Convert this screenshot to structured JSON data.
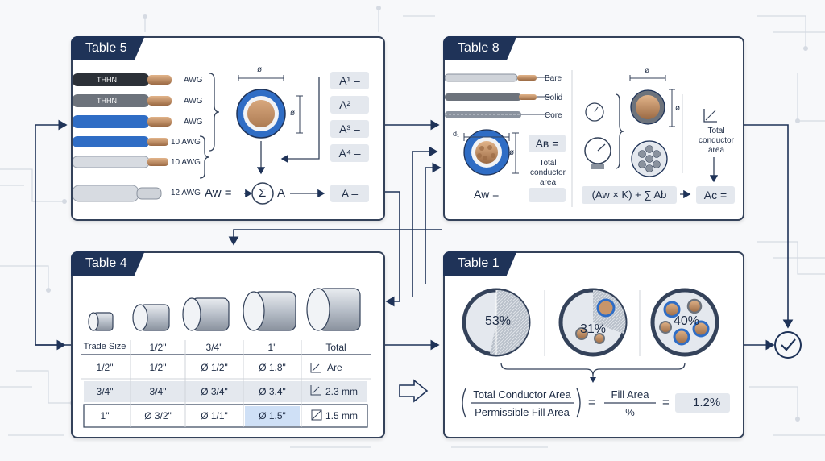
{
  "panels": {
    "table5": {
      "title": "Table 5",
      "wires": [
        {
          "tag": "THHN",
          "gauge": "AWG"
        },
        {
          "tag": "THHN",
          "gauge": "AWG"
        },
        {
          "tag": "",
          "gauge": "AWG"
        },
        {
          "tag": "",
          "gauge": "10 AWG"
        },
        {
          "tag": "",
          "gauge": "10 AWG"
        },
        {
          "tag": "",
          "gauge": "12 AWG"
        }
      ],
      "diameter_symbol": "ø",
      "area_labels": [
        "A¹ –",
        "A² –",
        "A³ –",
        "A⁴ –"
      ],
      "formula": {
        "lhs": "Aw =",
        "sum": "Σ",
        "rhs": "A",
        "result": "A –"
      }
    },
    "table8": {
      "title": "Table 8",
      "strands": [
        "Bare",
        "Solid",
        "Core"
      ],
      "d_label": "d₁",
      "diameter_symbol": "ø",
      "ab_label": "Aʙ =",
      "total_label": [
        "Total",
        "conductor",
        "area"
      ],
      "aw_label": "Aw =",
      "right_total": [
        "Total",
        "conductor",
        "area"
      ],
      "formula": "(Aw × K) + ∑ Ab",
      "result": "Ac ="
    },
    "table4": {
      "title": "Table 4",
      "headers": [
        "Trade Size",
        "1/2\"",
        "3/4\"",
        "1\"",
        "Total"
      ],
      "rows": [
        [
          "1/2\"",
          "1/2\"",
          "Ø 1/2\"",
          "Ø 1.8\"",
          "Are"
        ],
        [
          "3/4\"",
          "3/4\"",
          "Ø 3/4\"",
          "Ø 3.4\"",
          "2.3 mm"
        ],
        [
          "1\"",
          "Ø 3/2\"",
          "Ø 1/1\"",
          "Ø 1.5\"",
          "1.5 mm"
        ]
      ]
    },
    "table1": {
      "title": "Table 1",
      "percents": [
        "53%",
        "31%",
        "40%"
      ],
      "fraction_top": "Total Conductor Area",
      "fraction_bottom": "Permissible Fill Area",
      "equals": "=",
      "fill_top": "Fill Area",
      "fill_bottom": "%",
      "result": "1.2%"
    }
  },
  "colors": {
    "navy": "#1f3358",
    "blue": "#2f6dc5",
    "copper": "#c8956a",
    "gray_box": "#e4e8ee"
  }
}
